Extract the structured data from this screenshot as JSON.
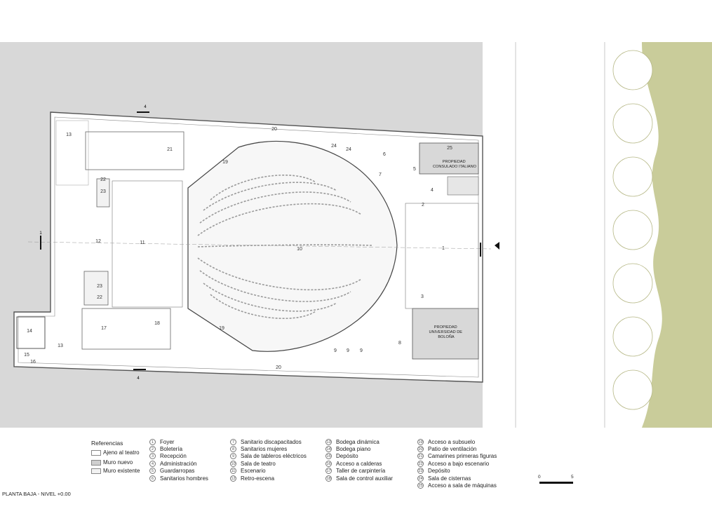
{
  "title": "PLANTA BAJA - NIVEL +0.00",
  "legend": {
    "heading": "Referencias",
    "items": [
      {
        "label": "Ajeno al teatro",
        "color": "#ffffff"
      },
      {
        "label": "Muro nuevo",
        "color": "#cfcfcf"
      },
      {
        "label": "Muro existente",
        "color": "#f2f2f2"
      }
    ]
  },
  "rooms": [
    {
      "n": "1",
      "name": "Foyer"
    },
    {
      "n": "2",
      "name": "Boletería"
    },
    {
      "n": "3",
      "name": "Recepción"
    },
    {
      "n": "4",
      "name": "Administración"
    },
    {
      "n": "5",
      "name": "Guardarropas"
    },
    {
      "n": "6",
      "name": "Sanitarios hombres"
    },
    {
      "n": "7",
      "name": "Sanitario discapacitados"
    },
    {
      "n": "8",
      "name": "Sanitarios mujeres"
    },
    {
      "n": "9",
      "name": "Sala de tableros eléctricos"
    },
    {
      "n": "10",
      "name": "Sala de teatro"
    },
    {
      "n": "11",
      "name": "Escenario"
    },
    {
      "n": "12",
      "name": "Retro-escena"
    },
    {
      "n": "13",
      "name": "Bodega dinámica"
    },
    {
      "n": "14",
      "name": "Bodega piano"
    },
    {
      "n": "15",
      "name": "Depósito"
    },
    {
      "n": "16",
      "name": "Acceso a calderas"
    },
    {
      "n": "17",
      "name": "Taller de carpintería"
    },
    {
      "n": "18",
      "name": "Sala de control auxiliar"
    },
    {
      "n": "19",
      "name": "Acceso a subsuelo"
    },
    {
      "n": "20",
      "name": "Patio de ventilación"
    },
    {
      "n": "21",
      "name": "Camarines primeras figuras"
    },
    {
      "n": "22",
      "name": "Acceso a bajo escenario"
    },
    {
      "n": "23",
      "name": "Depósito"
    },
    {
      "n": "24",
      "name": "Sala de cisternas"
    },
    {
      "n": "25",
      "name": "Acceso a sala de máquinas"
    }
  ],
  "plan_labels": {
    "consulado": "PROPIEDAD CONSULADO ITALIANO",
    "universidad": "PROPIEDAD UNIVERSIDAD DE BOLOÑA",
    "section_1": "1",
    "section_4": "4"
  },
  "scale": {
    "start": "0",
    "end": "5"
  },
  "colors": {
    "ground": "#d8d8d8",
    "green": "#c9cc9a",
    "wall": "#555555"
  }
}
